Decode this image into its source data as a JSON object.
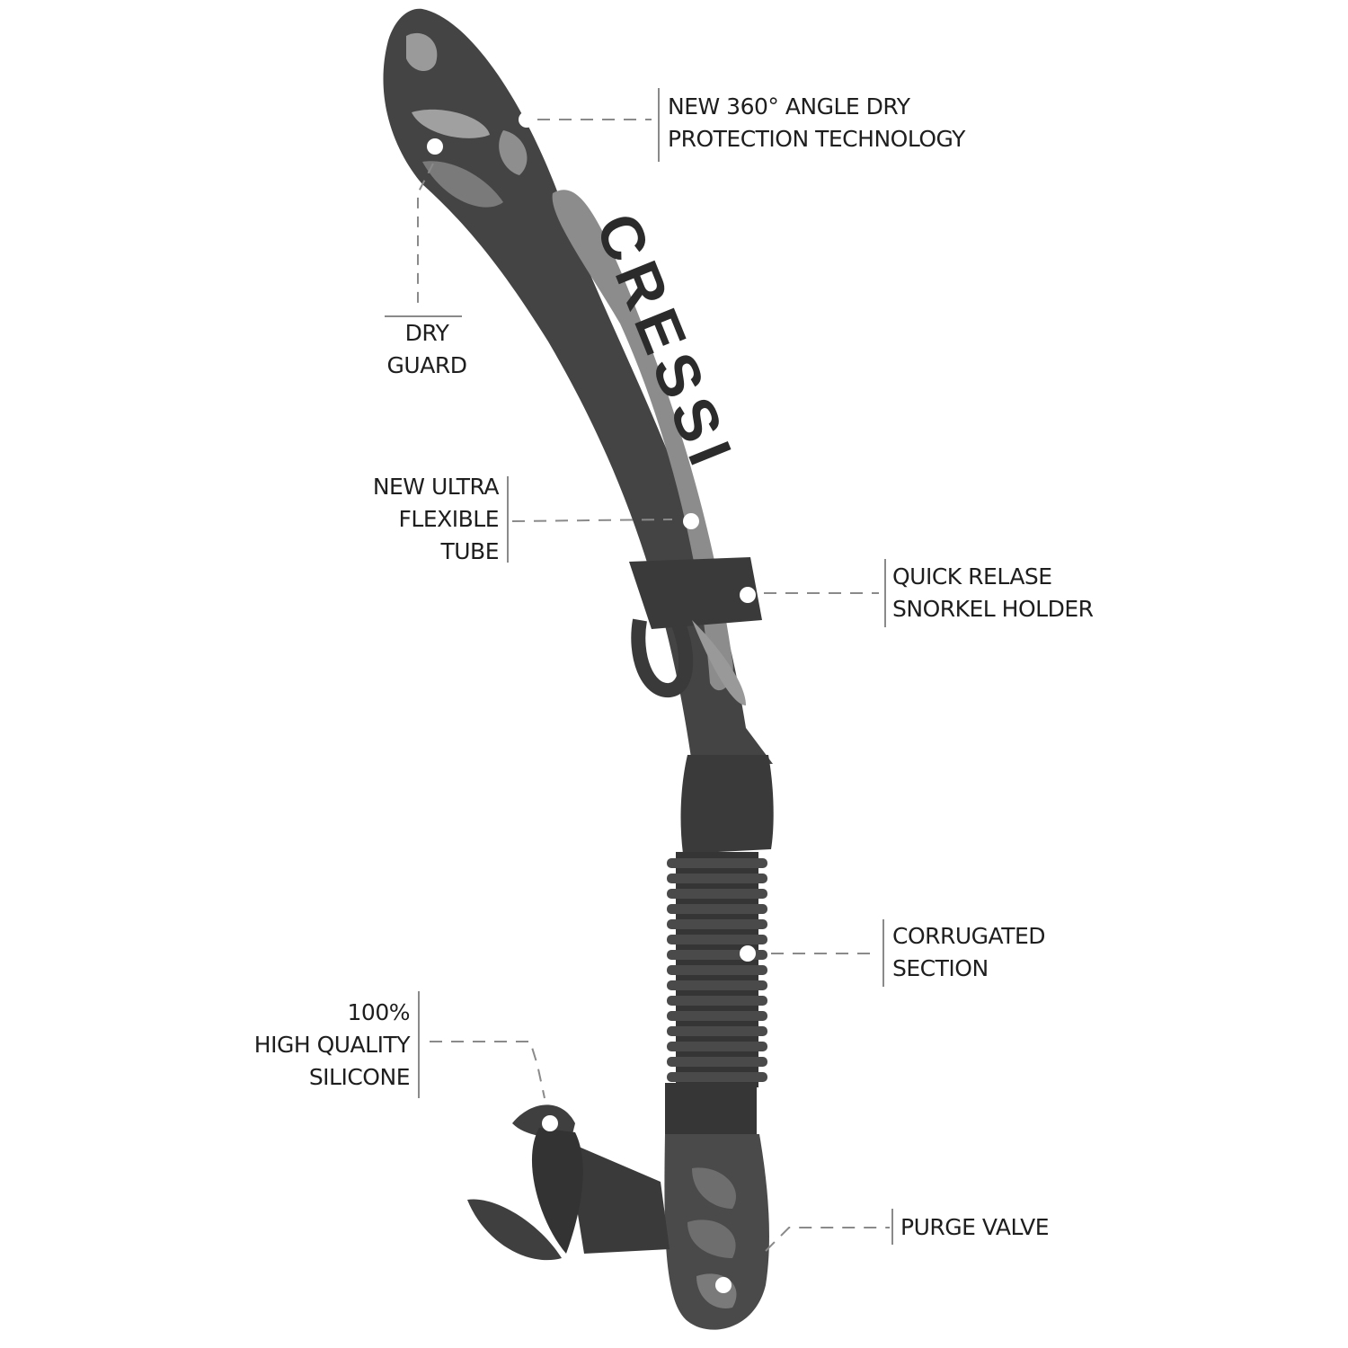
{
  "brand": "CRESSI",
  "callouts": {
    "dry_protection": {
      "lines": [
        "NEW 360° ANGLE DRY",
        "PROTECTION TECHNOLOGY"
      ]
    },
    "dry_guard": {
      "lines": [
        "DRY",
        "GUARD"
      ]
    },
    "flexible_tube": {
      "lines": [
        "NEW ULTRA",
        "FLEXIBLE",
        "TUBE"
      ]
    },
    "snorkel_holder": {
      "lines": [
        "QUICK RELASE",
        "SNORKEL HOLDER"
      ]
    },
    "corrugated": {
      "lines": [
        "CORRUGATED",
        "SECTION"
      ]
    },
    "silicone": {
      "lines": [
        "100%",
        "HIGH QUALITY",
        "SILICONE"
      ]
    },
    "purge_valve": {
      "lines": [
        "PURGE VALVE"
      ]
    }
  },
  "colors": {
    "tube": "#4a4a4a",
    "tube_dark": "#353535",
    "panel": "#8c8c8c",
    "line": "#8a8a8a",
    "text": "#1e1e1e"
  }
}
